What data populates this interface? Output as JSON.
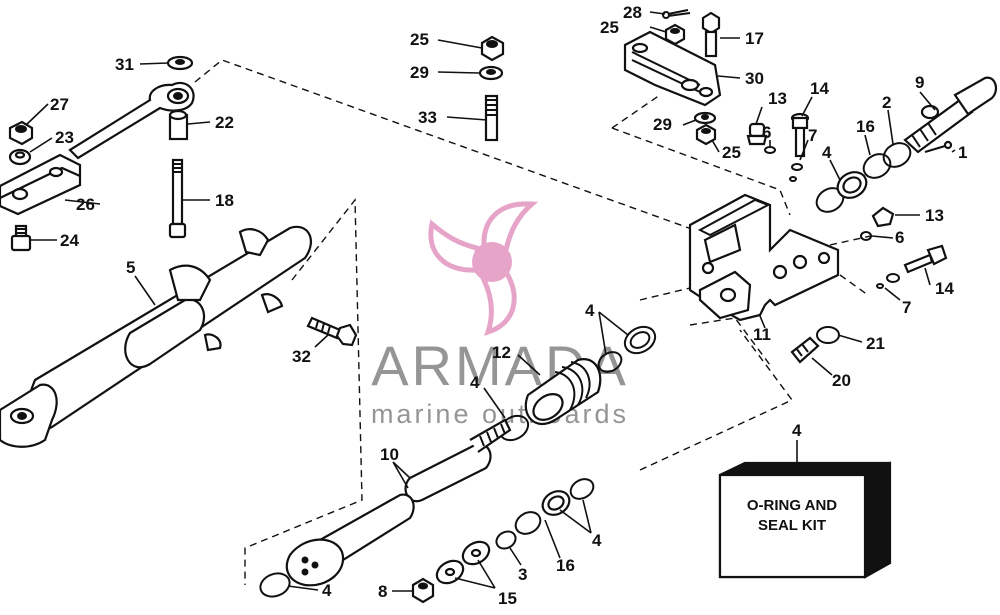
{
  "watermark": {
    "brand": "ARMADA",
    "tagline": "marine outboards",
    "logo_icon": "propeller-icon"
  },
  "kit_box": {
    "line1": "O-RING AND",
    "line2": "SEAL KIT",
    "ref": "4"
  },
  "labels": {
    "p28": "28",
    "p25a": "25",
    "p17": "17",
    "p30": "30",
    "p9": "9",
    "p13a": "13",
    "p14a": "14",
    "p2": "2",
    "p16a": "16",
    "p6a": "6",
    "p7a": "7",
    "p29a": "29",
    "p25b": "25",
    "p4a": "4",
    "p1": "1",
    "p13b": "13",
    "p6b": "6",
    "p14b": "14",
    "p7b": "7",
    "p11": "11",
    "p21": "21",
    "p20": "20",
    "p25c": "25",
    "p29b": "29",
    "p33": "33",
    "p31": "31",
    "p27": "27",
    "p23": "23",
    "p22": "22",
    "p18": "18",
    "p26": "26",
    "p24": "24",
    "p5": "5",
    "p32": "32",
    "p4b": "4",
    "p12": "12",
    "p4c": "4",
    "p10": "10",
    "p4d": "4",
    "p16b": "16",
    "p3": "3",
    "p15": "15",
    "p8": "8",
    "p4e": "4"
  }
}
